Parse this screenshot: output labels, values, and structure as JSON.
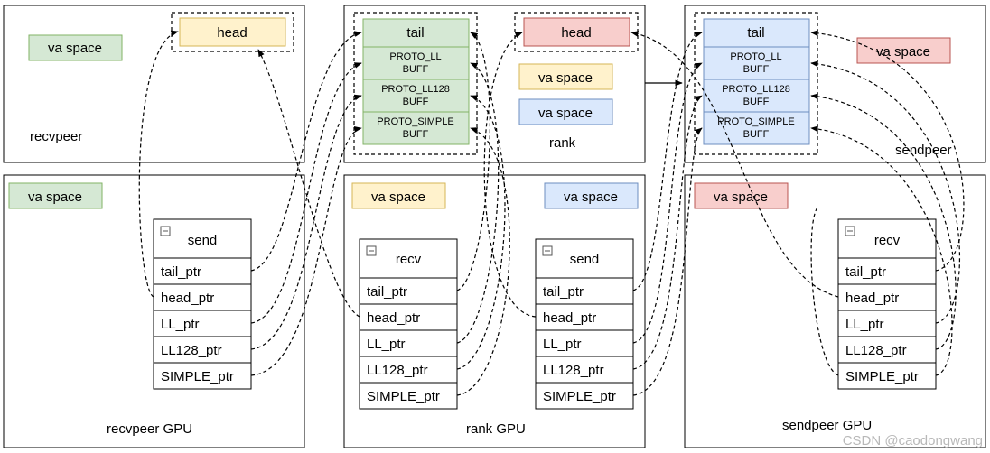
{
  "recvpeer": {
    "label": "recvpeer",
    "va_space": "va space",
    "head": "head"
  },
  "rank": {
    "label": "rank",
    "tail": "tail",
    "buff_ll_1": "PROTO_LL",
    "buff_ll_2": "BUFF",
    "buff_ll128_1": "PROTO_LL128",
    "buff_ll128_2": "BUFF",
    "buff_simple_1": "PROTO_SIMPLE",
    "buff_simple_2": "BUFF",
    "head": "head",
    "va_space_yellow": "va space",
    "va_space_blue": "va space"
  },
  "sendpeer": {
    "label": "sendpeer",
    "tail": "tail",
    "buff_ll_1": "PROTO_LL",
    "buff_ll_2": "BUFF",
    "buff_ll128_1": "PROTO_LL128",
    "buff_ll128_2": "BUFF",
    "buff_simple_1": "PROTO_SIMPLE",
    "buff_simple_2": "BUFF",
    "va_space": "va space"
  },
  "recvpeer_gpu": {
    "label": "recvpeer GPU",
    "va_space": "va space",
    "send": {
      "title": "send",
      "fields": [
        "tail_ptr",
        "head_ptr",
        "LL_ptr",
        "LL128_ptr",
        "SIMPLE_ptr"
      ]
    }
  },
  "rank_gpu": {
    "label": "rank GPU",
    "va_space_yellow": "va space",
    "va_space_blue": "va space",
    "recv": {
      "title": "recv",
      "fields": [
        "tail_ptr",
        "head_ptr",
        "LL_ptr",
        "LL128_ptr",
        "SIMPLE_ptr"
      ]
    },
    "send": {
      "title": "send",
      "fields": [
        "tail_ptr",
        "head_ptr",
        "LL_ptr",
        "LL128_ptr",
        "SIMPLE_ptr"
      ]
    }
  },
  "sendpeer_gpu": {
    "label": "sendpeer GPU",
    "va_space": "va space",
    "recv": {
      "title": "recv",
      "fields": [
        "tail_ptr",
        "head_ptr",
        "LL_ptr",
        "LL128_ptr",
        "SIMPLE_ptr"
      ]
    }
  },
  "watermark": "CSDN @caodongwang",
  "colors": {
    "green_fill": "#d5e8d4",
    "green_stroke": "#82b366",
    "yellow_fill": "#fff2cc",
    "yellow_stroke": "#d6b656",
    "red_fill": "#f8cecc",
    "red_stroke": "#b85450",
    "blue_fill": "#dae8fc",
    "blue_stroke": "#6c8ebf"
  }
}
